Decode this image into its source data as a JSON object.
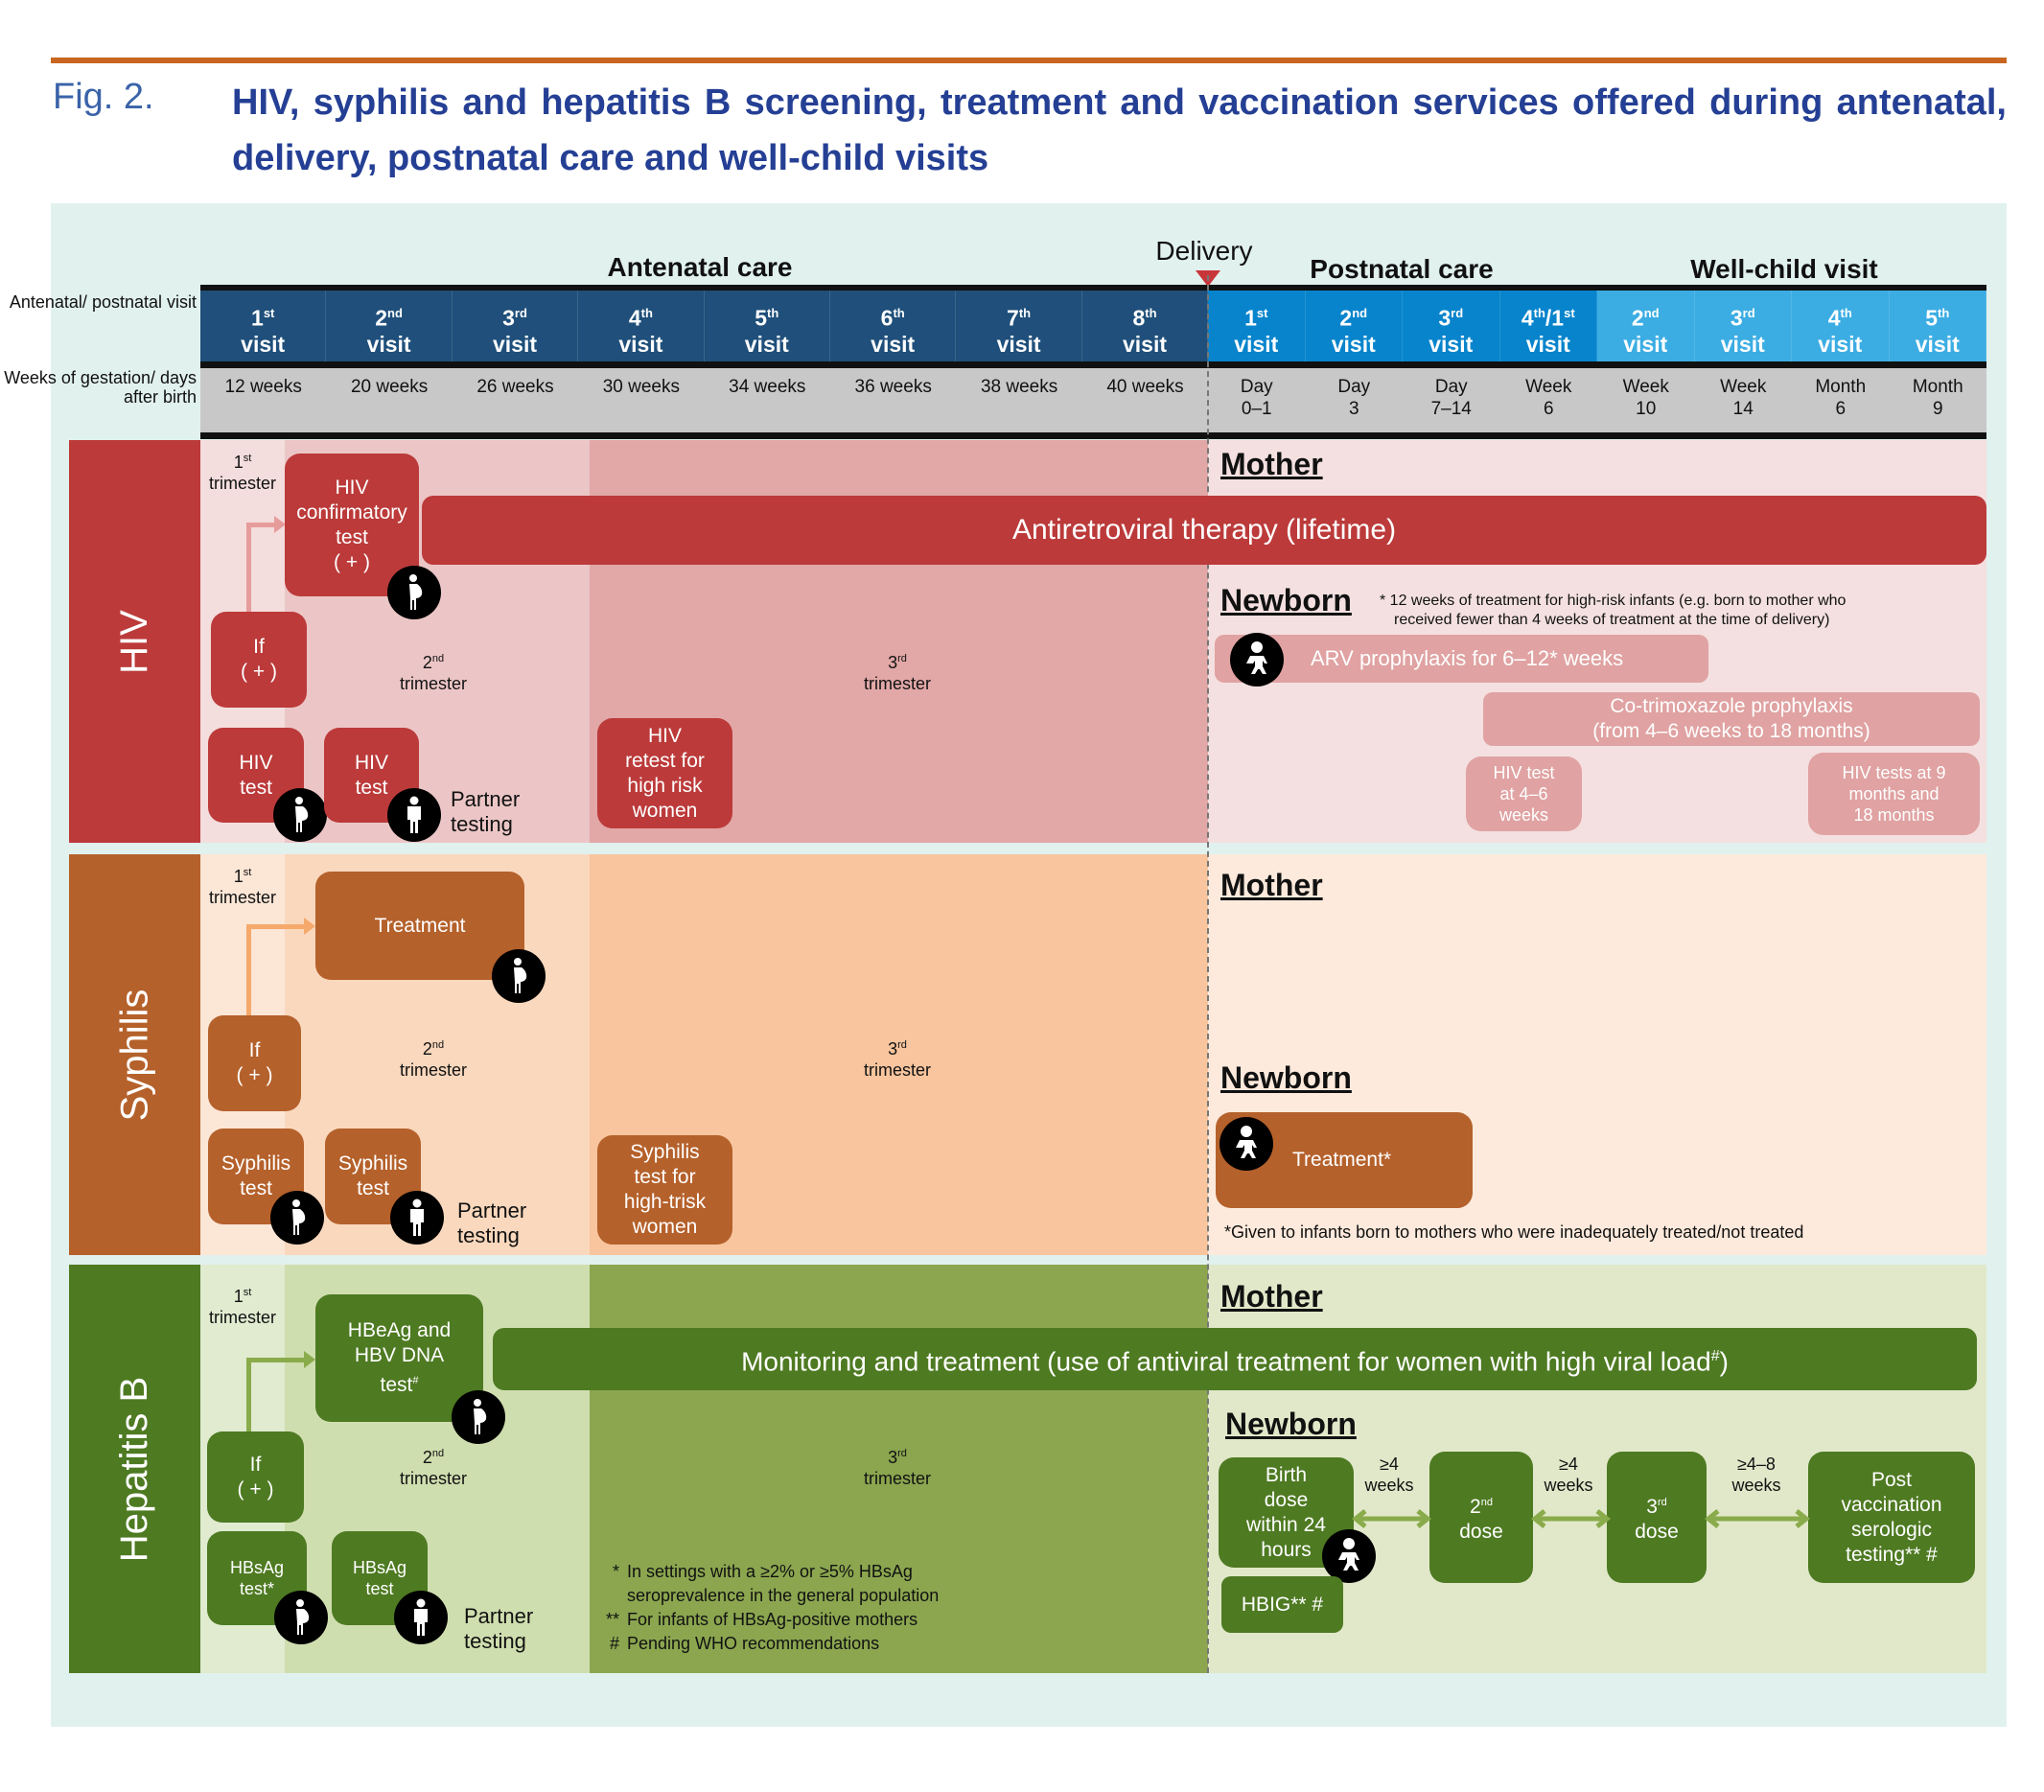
{
  "figure": {
    "label": "Fig. 2.",
    "title": "HIV, syphilis and hepatitis B screening, treatment and vaccination services offered during antenatal, delivery, postnatal care and well-child visits"
  },
  "header": {
    "antenatal": "Antenatal care",
    "delivery": "Delivery",
    "postnatal": "Postnatal care",
    "wellchild": "Well-child visit",
    "row1_label": "Antenatal/ postnatal visit",
    "row2_label": "Weeks of gestation/ days after birth"
  },
  "visits": [
    {
      "num": "1",
      "sup": "st",
      "word": "visit",
      "when": "12 weeks",
      "when2": ""
    },
    {
      "num": "2",
      "sup": "nd",
      "word": "visit",
      "when": "20 weeks",
      "when2": ""
    },
    {
      "num": "3",
      "sup": "rd",
      "word": "visit",
      "when": "26 weeks",
      "when2": ""
    },
    {
      "num": "4",
      "sup": "th",
      "word": "visit",
      "when": "30 weeks",
      "when2": ""
    },
    {
      "num": "5",
      "sup": "th",
      "word": "visit",
      "when": "34 weeks",
      "when2": ""
    },
    {
      "num": "6",
      "sup": "th",
      "word": "visit",
      "when": "36 weeks",
      "when2": ""
    },
    {
      "num": "7",
      "sup": "th",
      "word": "visit",
      "when": "38 weeks",
      "when2": ""
    },
    {
      "num": "8",
      "sup": "th",
      "word": "visit",
      "when": "40 weeks",
      "when2": ""
    },
    {
      "num": "1",
      "sup": "st",
      "word": "visit",
      "when": "Day",
      "when2": "0–1"
    },
    {
      "num": "2",
      "sup": "nd",
      "word": "visit",
      "when": "Day",
      "when2": "3"
    },
    {
      "num": "3",
      "sup": "rd",
      "word": "visit",
      "when": "Day",
      "when2": "7–14"
    },
    {
      "num": "4",
      "sup": "th",
      "num2": "/1",
      "sup2": "st",
      "word": "visit",
      "when": "Week",
      "when2": "6"
    },
    {
      "num": "2",
      "sup": "nd",
      "word": "visit",
      "when": "Week",
      "when2": "10"
    },
    {
      "num": "3",
      "sup": "rd",
      "word": "visit",
      "when": "Week",
      "when2": "14"
    },
    {
      "num": "4",
      "sup": "th",
      "word": "visit",
      "when": "Month",
      "when2": "6"
    },
    {
      "num": "5",
      "sup": "th",
      "word": "visit",
      "when": "Month",
      "when2": "9"
    }
  ],
  "common": {
    "t1n": "1",
    "t1s": "st",
    "t2n": "2",
    "t2s": "nd",
    "t3n": "3",
    "t3s": "rd",
    "trimester": "trimester",
    "if": "If",
    "plus": "( + )",
    "mother": "Mother",
    "newborn": "Newborn",
    "partner1": "Partner",
    "partner2": "testing"
  },
  "hiv": {
    "label": "HIV",
    "confirm": [
      "HIV",
      "confirmatory",
      "test",
      "( + )"
    ],
    "art": "Antiretroviral therapy (lifetime)",
    "test": [
      "HIV",
      "test"
    ],
    "retest": [
      "HIV",
      "retest for",
      "high risk",
      "women"
    ],
    "footnote": [
      "* 12 weeks of treatment for high-risk infants (e.g. born to mother who",
      "received fewer than 4 weeks of treatment at the time of delivery)"
    ],
    "arv": "ARV prophylaxis for 6–12* weeks",
    "cotrim": [
      "Co-trimoxazole prophylaxis",
      "(from 4–6 weeks to 18 months)"
    ],
    "test46": [
      "HIV test",
      "at 4–6",
      "weeks"
    ],
    "test918": [
      "HIV tests at 9",
      "months and",
      "18 months"
    ]
  },
  "syphilis": {
    "label": "Syphilis",
    "treatment": "Treatment",
    "test": [
      "Syphilis",
      "test"
    ],
    "high": [
      "Syphilis",
      "test for",
      "high-trisk",
      "women"
    ],
    "newborn_treatment": "Treatment*",
    "note": "*Given to infants born to mothers who were inadequately treated/not treated"
  },
  "hepb": {
    "label": "Hepatitis B",
    "hbeag": [
      "HBeAg and",
      "HBV DNA",
      "test",
      "#"
    ],
    "monitoring": "Monitoring and treatment (use of antiviral treatment for women with high viral load",
    "monitoring_sup": "#",
    "monitoring_end": ")",
    "test_star": [
      "HBsAg",
      "test*"
    ],
    "test": [
      "HBsAg",
      "test"
    ],
    "footnotes": [
      {
        "mark": "*",
        "text": "In settings with a ≥2% or ≥5% HBsAg"
      },
      {
        "mark": "",
        "text": "seroprevalence in the general population"
      },
      {
        "mark": "**",
        "text": "For infants of HBsAg-positive mothers"
      },
      {
        "mark": "#",
        "text": "Pending WHO recommendations"
      }
    ],
    "birth": [
      "Birth",
      "dose",
      "within 24",
      "hours"
    ],
    "hbig": "HBIG** #",
    "dose2": [
      "2",
      "nd",
      "dose"
    ],
    "dose3": [
      "3",
      "rd",
      "dose"
    ],
    "post": [
      "Post",
      "vaccination",
      "serologic",
      "testing** #"
    ],
    "gap1": [
      "≥4",
      "weeks"
    ],
    "gap2": [
      "≥4",
      "weeks"
    ],
    "gap3": [
      "≥4–8",
      "weeks"
    ]
  },
  "colors": {
    "hiv": "#bc3a3a",
    "syphilis": "#b5612b",
    "hepb": "#4e7a22",
    "antenatal_header": "#1f4f7a",
    "postnatal_header": "#0784cc",
    "wellchild_header": "#3badE3"
  }
}
